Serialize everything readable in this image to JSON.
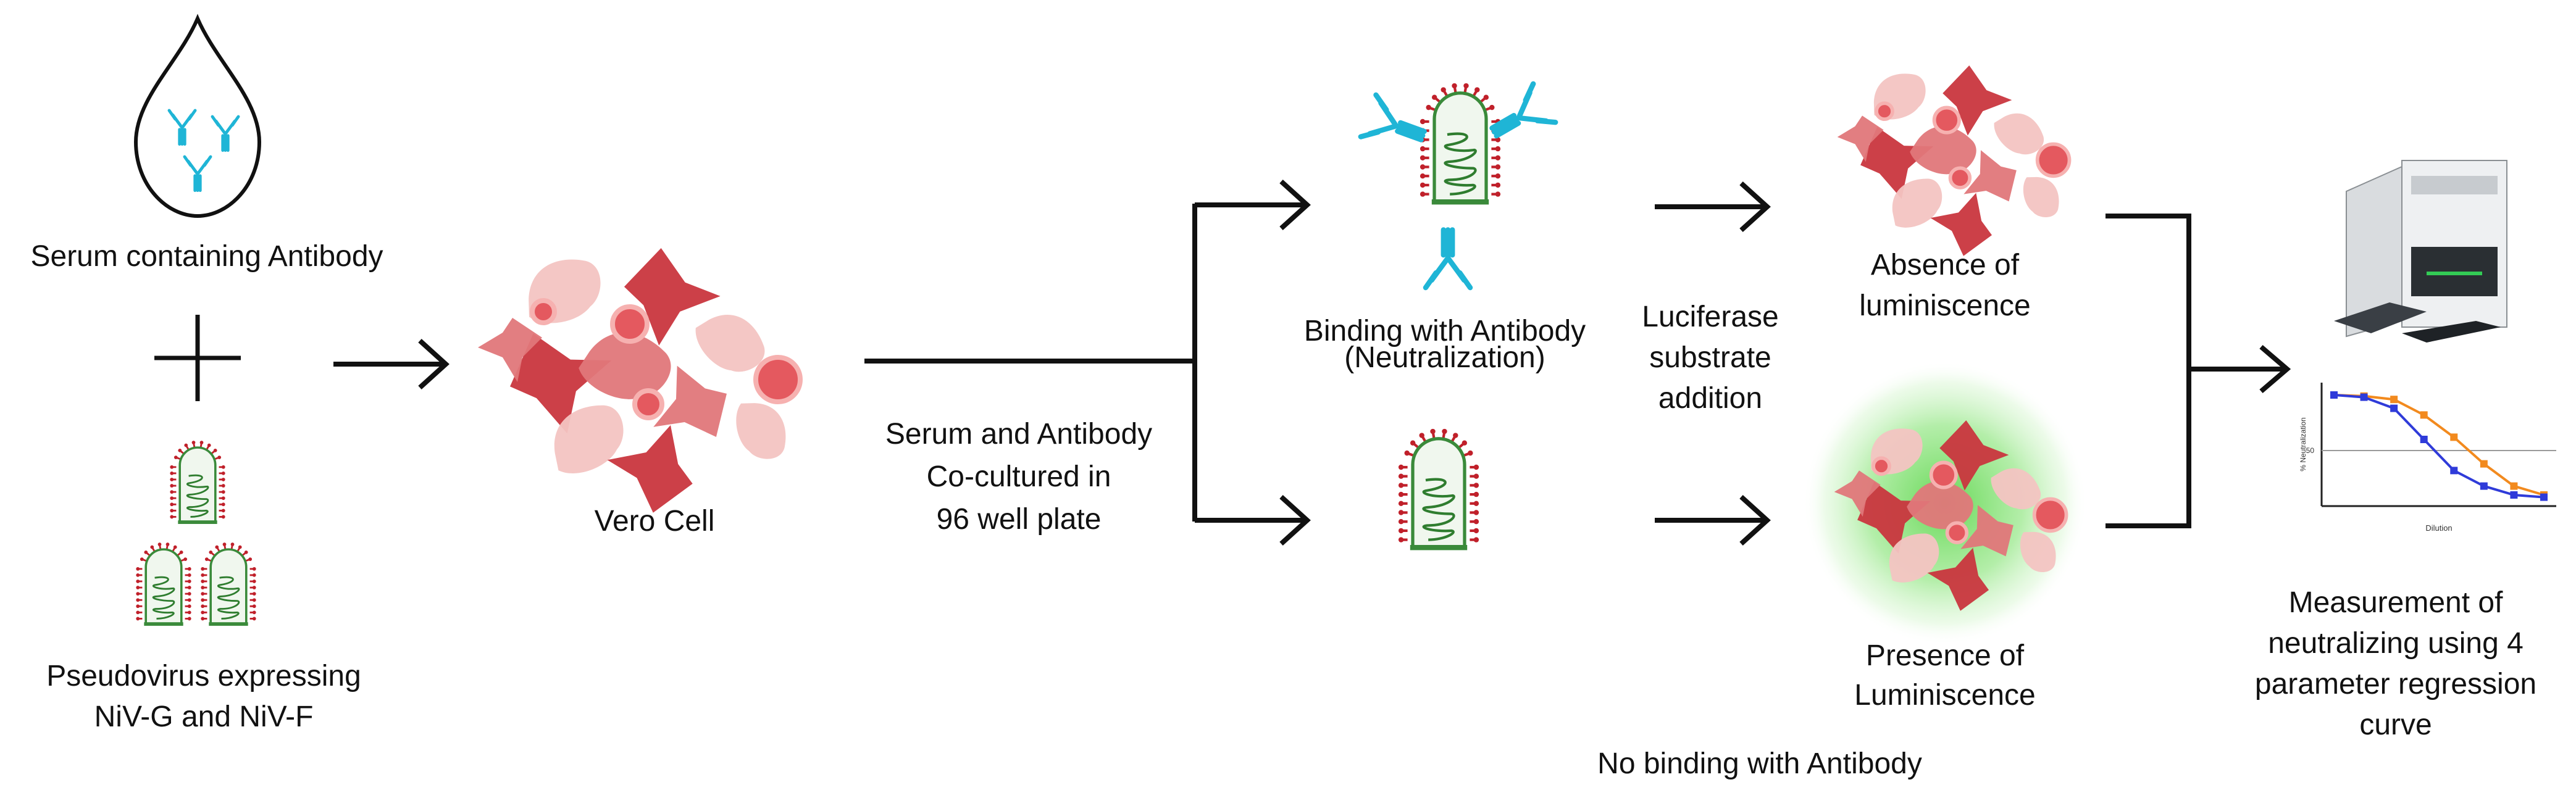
{
  "labels": {
    "serum": "Serum containing Antibody",
    "pseudovirus": [
      "Pseudovirus expressing",
      "NiV-G and NiV-F"
    ],
    "vero": "Vero Cell",
    "coculture": [
      "Serum and Antibody",
      "Co-cultured in",
      "96 well plate"
    ],
    "binding": [
      "Binding with Antibody",
      "(Neutralization)"
    ],
    "nobinding": "No binding with Antibody",
    "luciferase": [
      "Luciferase",
      "substrate",
      "addition"
    ],
    "absence": [
      "Absence of",
      "luminiscence"
    ],
    "presence": [
      "Presence of",
      "Luminiscence"
    ],
    "measurement": [
      "Measurement of",
      "neutralizing using 4",
      "parameter regression",
      "curve"
    ]
  },
  "mini_chart": {
    "ylabel": "% Neutralization",
    "xlabel": "Dilution",
    "ref_tick": "50",
    "series": [
      {
        "color": "#f28a1e",
        "values": [
          100,
          99,
          96,
          82,
          62,
          38,
          18,
          10
        ]
      },
      {
        "color": "#2f3bd9",
        "values": [
          100,
          98,
          88,
          60,
          32,
          18,
          10,
          8
        ]
      }
    ]
  },
  "colors": {
    "cell_dark": "#c9363e",
    "cell_mid": "#e0777a",
    "cell_light": "#f3c4c2",
    "antibody": "#1fb5d6",
    "glow": "#7ee36e",
    "spike": "#c0202a",
    "capsid_edge": "#3a8a3a"
  }
}
